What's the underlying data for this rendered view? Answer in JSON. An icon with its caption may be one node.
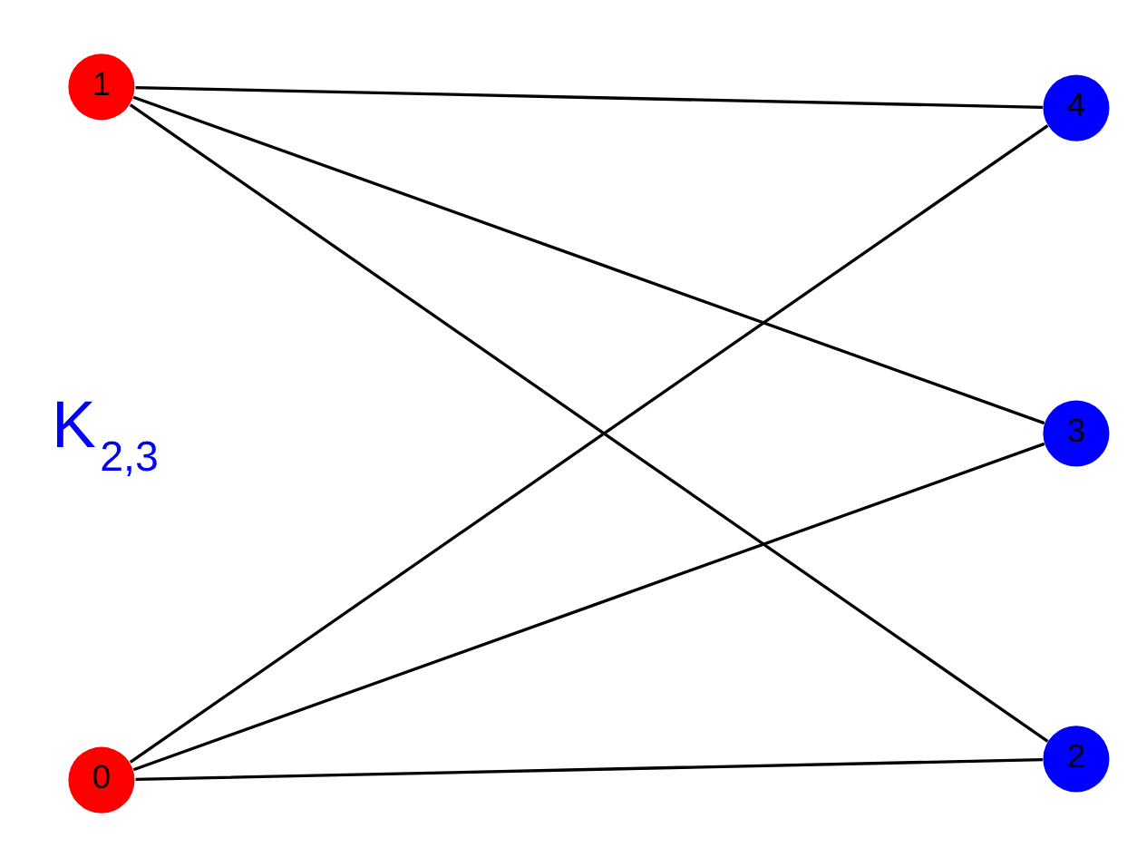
{
  "diagram": {
    "nodes": [
      {
        "text": [
          "1"
        ]
      },
      {
        "text": [
          "4"
        ]
      },
      {
        "text": [
          "3"
        ]
      },
      {
        "text": [
          "0"
        ]
      },
      {
        "text": [
          "2"
        ]
      }
    ],
    "edges": [
      {
        "from": 0,
        "to": 1,
        "arrow": "none"
      },
      {
        "from": 0,
        "to": 2,
        "arrow": "none"
      },
      {
        "from": 0,
        "to": 4,
        "arrow": "none"
      },
      {
        "from": 3,
        "to": 1,
        "arrow": "none"
      },
      {
        "from": 3,
        "to": 2,
        "arrow": "none"
      },
      {
        "from": 3,
        "to": 4,
        "arrow": "none"
      }
    ],
    "labels": [
      "K$_{2,3}$"
    ]
  }
}
